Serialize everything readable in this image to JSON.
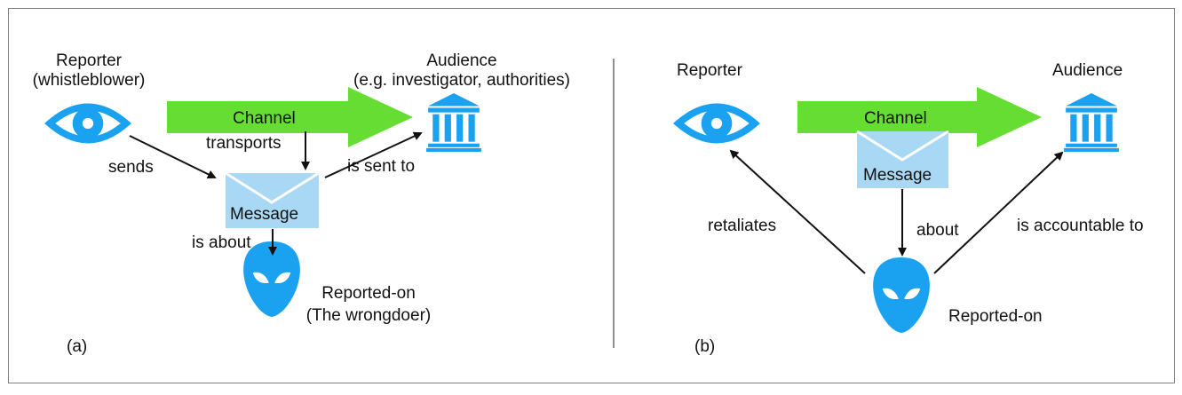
{
  "panel_a": {
    "reporter_label": "Reporter",
    "reporter_sub": "(whistleblower)",
    "audience_label": "Audience",
    "audience_sub": "(e.g. investigator,  authorities)",
    "channel_label": "Channel",
    "message_label": "Message",
    "reported_on_label": "Reported-on",
    "reported_on_sub": "(The wrongdoer)",
    "edge_sends": "sends",
    "edge_transports": "transports",
    "edge_is_sent_to": "is sent to",
    "edge_is_about": "is about",
    "panel_tag": "(a)"
  },
  "panel_b": {
    "reporter_label": "Reporter",
    "audience_label": "Audience",
    "channel_label": "Channel",
    "message_label": "Message",
    "reported_on_label": "Reported-on",
    "edge_retaliates": "retaliates",
    "edge_about": "about",
    "edge_is_accountable_to": "is accountable to",
    "panel_tag": "(b)"
  },
  "colors": {
    "icon_blue": "#1aa2f0",
    "channel_green": "#66dd33",
    "message_fill": "#a9d8f5",
    "arrow": "#111111"
  },
  "icons": [
    "eye-icon",
    "institution-icon",
    "envelope-icon",
    "alien-icon"
  ]
}
